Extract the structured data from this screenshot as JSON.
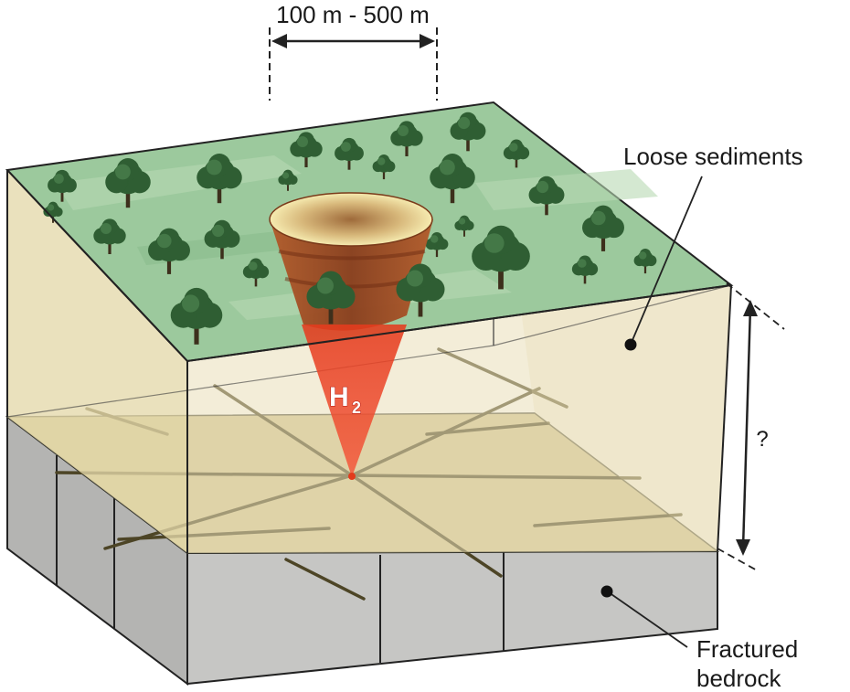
{
  "labels": {
    "width_range": "100 m - 500 m",
    "loose_sediments": "Loose sediments",
    "depth_unknown": "?",
    "fractured_line1": "Fractured",
    "fractured_line2": "bedrock",
    "gas_main": "H",
    "gas_sub": "2"
  },
  "colors": {
    "surface_green": "#9cc99d",
    "tree_canopy": "#2f5e33",
    "sediment": "#e7dcb2",
    "sediment_dark": "#c5b682",
    "bedrock_gray": "#c2c2c0",
    "fracture_line": "#4d4526",
    "gas_cone": "#f04a2a",
    "depression_rim": "#f3e6a0",
    "depression_wall": "#9a4a22"
  }
}
